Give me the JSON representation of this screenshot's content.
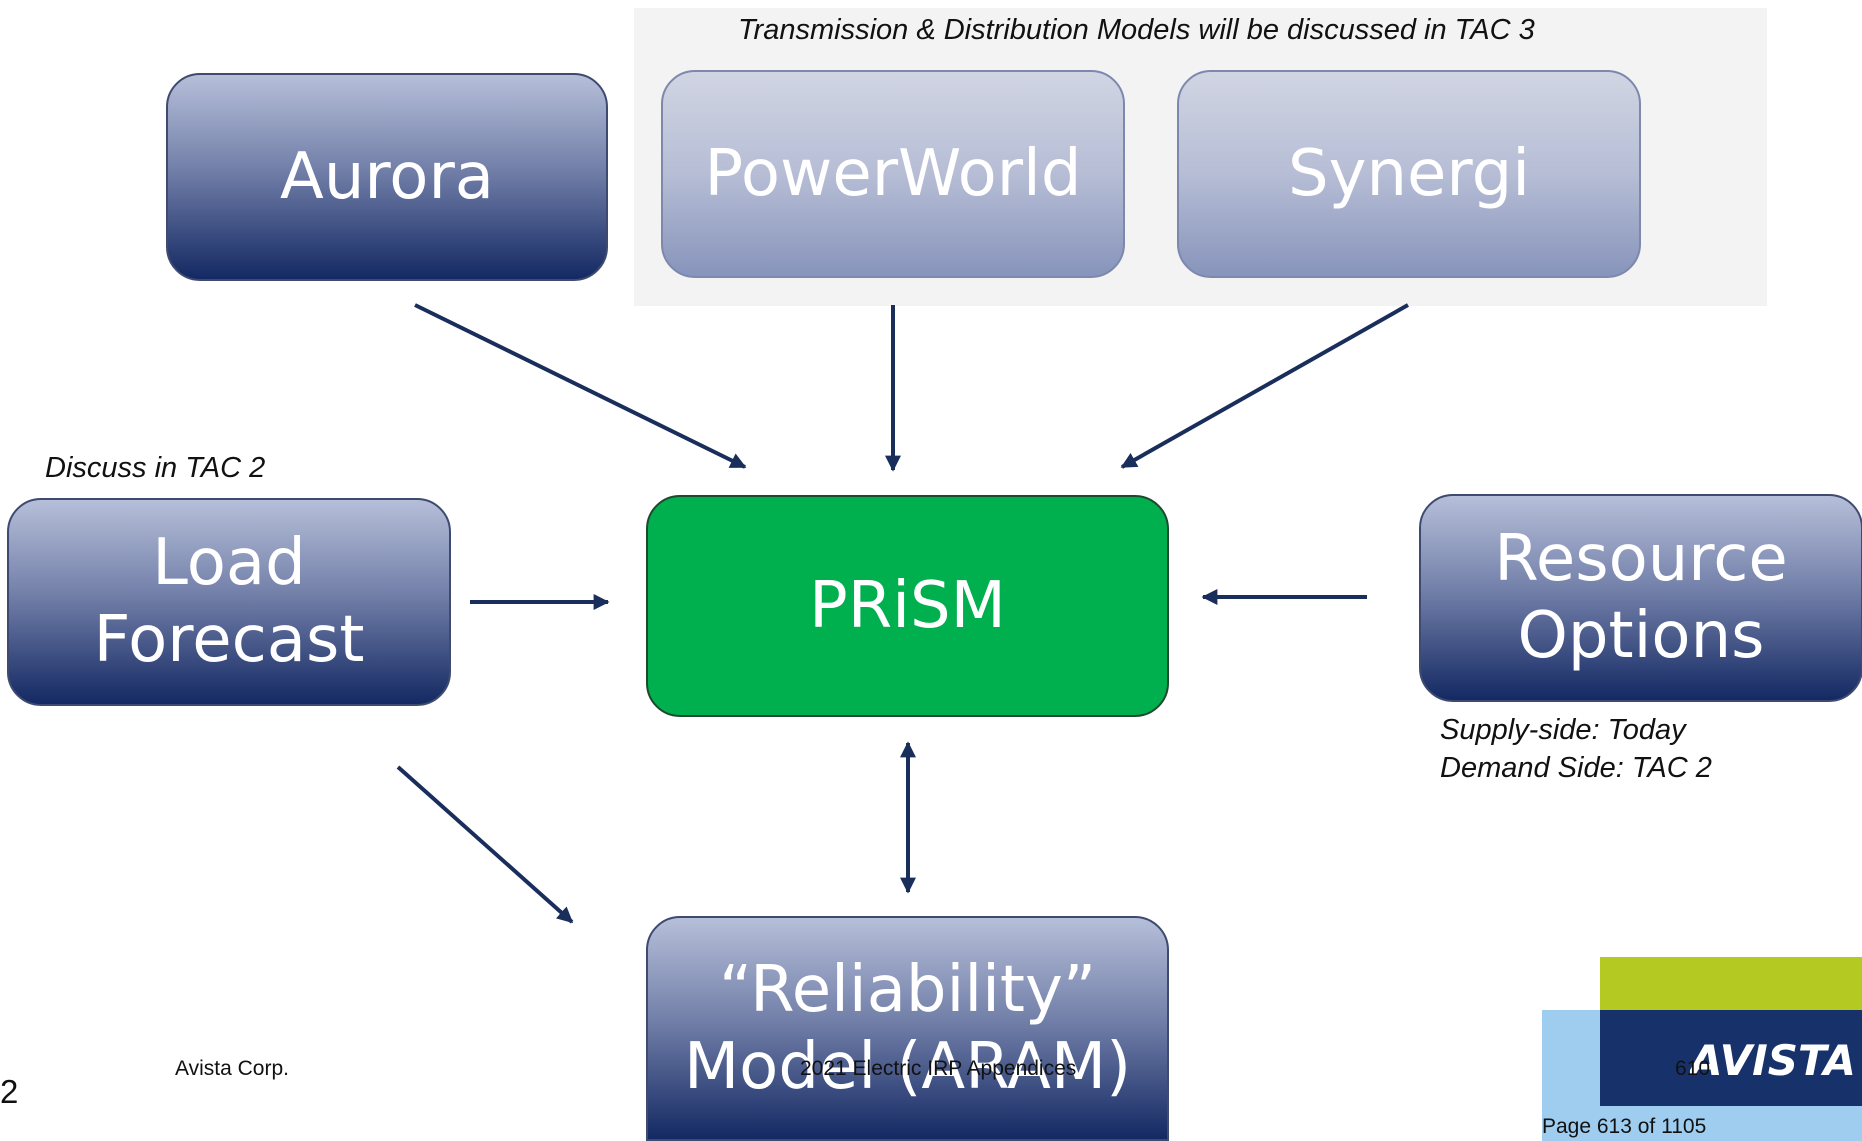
{
  "diagram": {
    "td_note": "Transmission & Distribution Models will be discussed in TAC 3",
    "discuss_note": "Discuss in TAC 2",
    "supply_note": "Supply-side: Today",
    "demand_note": "Demand Side: TAC 2",
    "boxes": {
      "aurora": "Aurora",
      "powerworld": "PowerWorld",
      "synergi": "Synergi",
      "load_forecast": "Load\nForecast",
      "prism": "PRiSM",
      "resource_options": "Resource\nOptions",
      "reliability_model": "“Reliability”\nModel (ARAM)"
    },
    "colors": {
      "arrow": "#1a2e5c",
      "prism_fill": "#00b04f",
      "box_dark": "#142963",
      "box_light": "#b6bdd5"
    }
  },
  "footer": {
    "slide_number": "2",
    "company": "Avista Corp.",
    "document": "2021 Electric IRP Appendices",
    "page_number": "610",
    "page_of": "Page 613 of 1105",
    "logo_text": "AVISTA"
  }
}
